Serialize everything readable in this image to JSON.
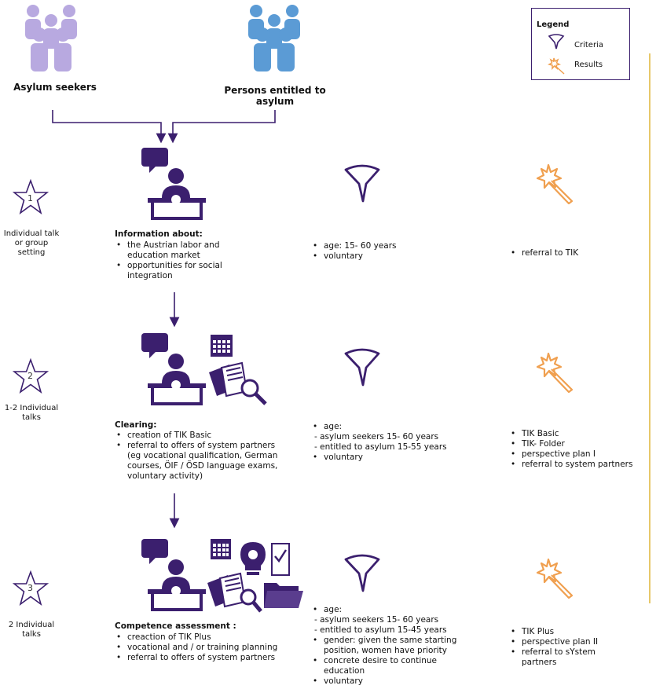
{
  "groups": {
    "asylum_seekers": "Asylum seekers",
    "entitled_line1": "Persons entitled to",
    "entitled_line2": "asylum"
  },
  "legend": {
    "title": "Legend",
    "criteria": "Criteria",
    "results": "Results"
  },
  "steps": [
    {
      "number": "1",
      "caption": [
        "Individual talk",
        "or group",
        "setting"
      ],
      "heading": "Information about:",
      "items": [
        "the Austrian labor and",
        "education market",
        "opportunities for social",
        "integration"
      ],
      "criteria": [
        "age: 15- 60 years",
        "voluntary"
      ],
      "results": [
        "referral to TIK"
      ]
    },
    {
      "number": "2",
      "caption": [
        "1-2 Individual",
        "talks"
      ],
      "heading": "Clearing:",
      "items": [
        "creation of TIK Basic",
        "referral to offers of system partners",
        "(eg vocational qualification, German",
        "courses, ÖIF / ÖSD language exams,",
        "voluntary activity)"
      ],
      "criteria": [
        "age:",
        "- asylum seekers 15- 60 years",
        "- entitled to asylum 15-55 years",
        "voluntary"
      ],
      "results": [
        "TIK Basic",
        "TIK- Folder",
        "perspective plan I",
        "referral to system partners"
      ]
    },
    {
      "number": "3",
      "caption": [
        "2 Individual",
        "talks"
      ],
      "heading": "Competence assessment :",
      "items": [
        "creaction of TIK Plus",
        "vocational and / or training planning",
        "referral to offers of system partners"
      ],
      "criteria": [
        "age:",
        "- asylum seekers 15- 60 years",
        "- entitled to asylum 15-45 years",
        "gender: given the same starting",
        "position, women have priority",
        "concrete desire to continue",
        "education",
        "voluntary"
      ],
      "results": [
        "TIK Plus",
        "perspective plan II",
        "referral to sYstem",
        "partners"
      ]
    }
  ],
  "colors": {
    "purple_dark": "#3b1f6e",
    "purple_light": "#b8a9e0",
    "blue_people": "#5b9bd5",
    "orange": "#f0a050"
  }
}
